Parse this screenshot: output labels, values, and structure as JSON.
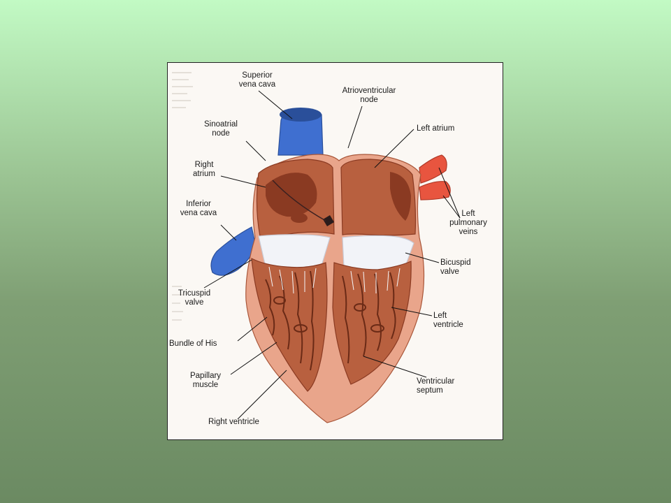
{
  "figure": {
    "labels": {
      "superior_vena_cava": "Superior\nvena cava",
      "atrioventricular_node": "Atrioventricular\nnode",
      "sinoatrial_node": "Sinoatrial\nnode",
      "left_atrium": "Left atrium",
      "right_atrium": "Right\natrium",
      "inferior_vena_cava": "Inferior\nvena cava",
      "left_pulmonary_veins": "Left\npulmonary\nveins",
      "bicuspid_valve": "Bicuspid\nvalve",
      "tricuspid_valve": "Tricuspid\nvalve",
      "left_ventricle": "Left\nventricle",
      "bundle_of_his": "Bundle of His",
      "papillary_muscle": "Papillary\nmuscle",
      "ventricular_septum": "Ventricular\nseptum",
      "right_ventricle": "Right ventricle"
    },
    "colors": {
      "wall": "#e9a58b",
      "wall_dark": "#a85639",
      "chamber": "#b8603f",
      "chamber_dark": "#8a3a22",
      "vein_blue": "#3f6fd0",
      "artery_red": "#e8553f",
      "valve_white": "#f2f3f8",
      "leader_line": "#111111"
    }
  }
}
